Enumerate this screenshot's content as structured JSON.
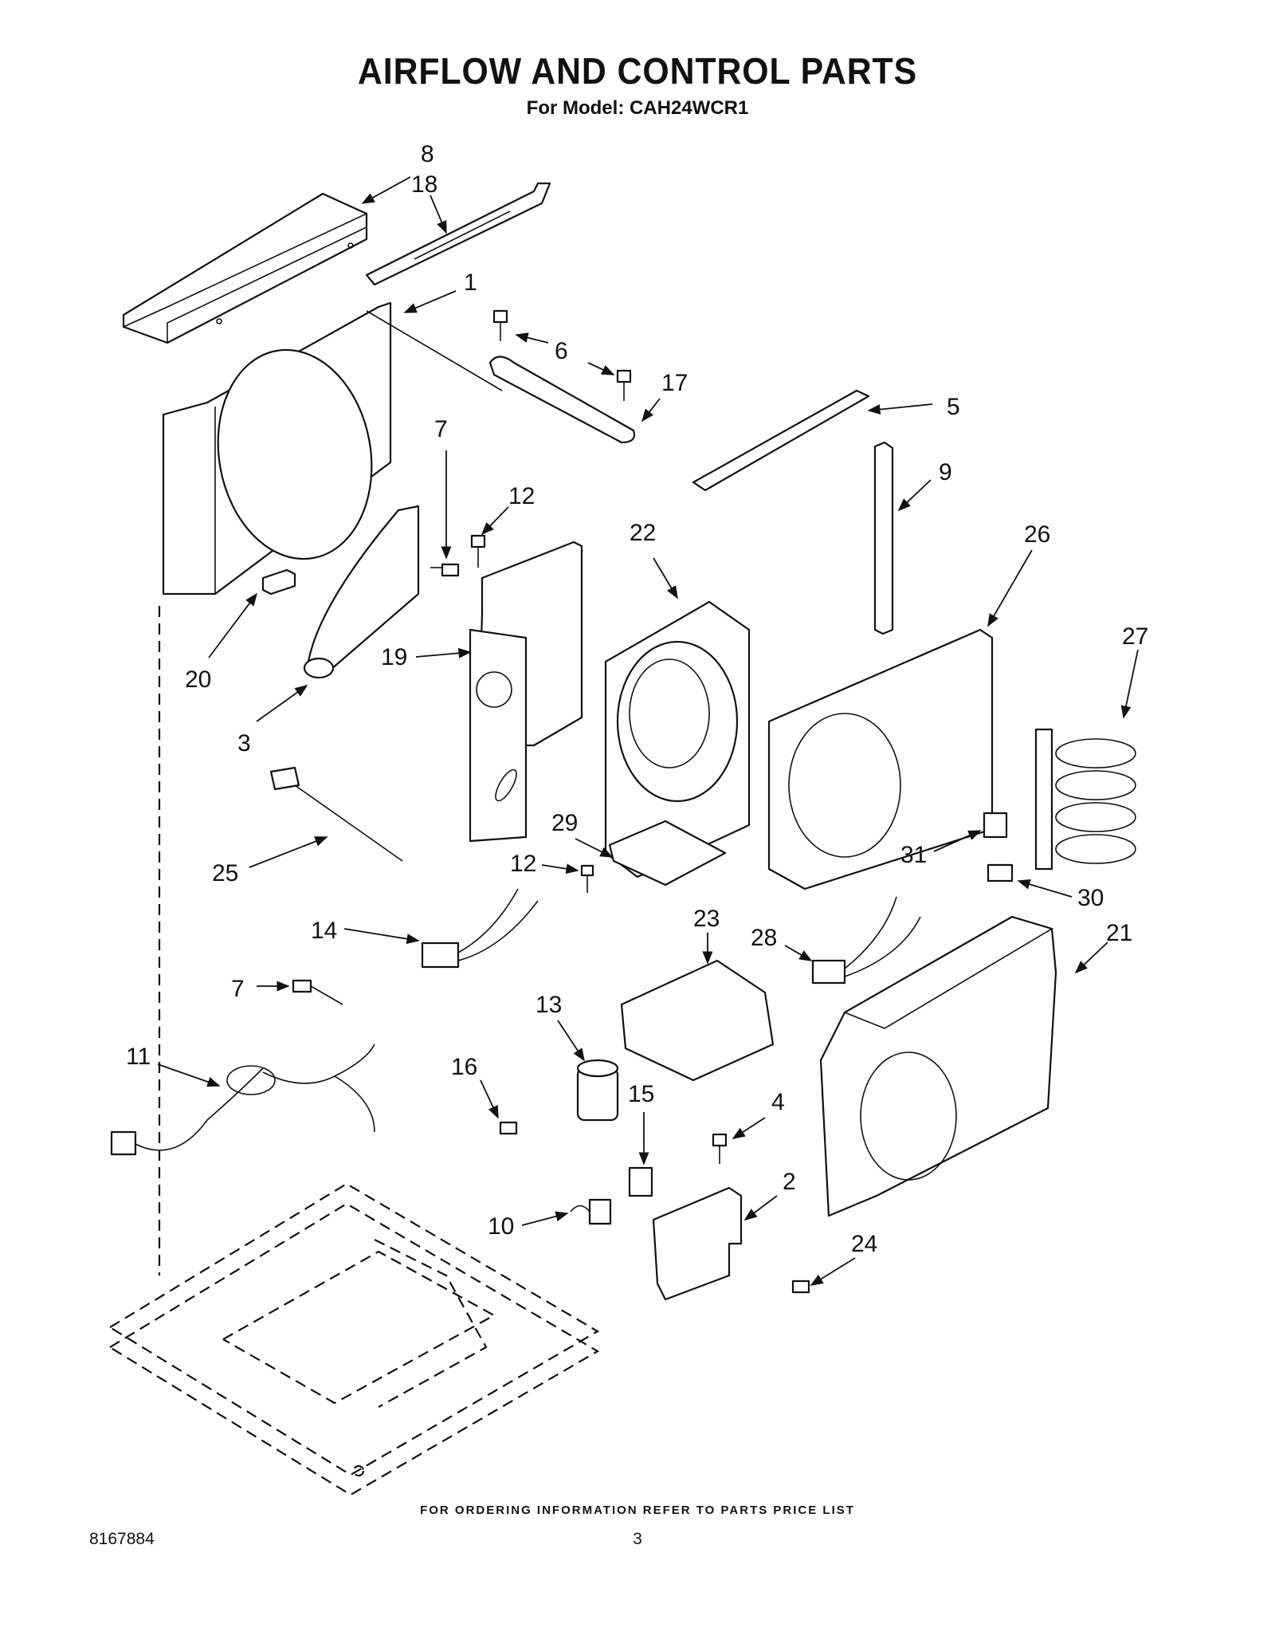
{
  "page": {
    "title": "AIRFLOW AND CONTROL PARTS",
    "subtitle": "For Model: CAH24WCR1",
    "footer_note": "FOR ORDERING INFORMATION REFER TO PARTS PRICE LIST",
    "doc_number": "8167884",
    "page_number": "3"
  },
  "callouts": {
    "c8": "8",
    "c18": "18",
    "c1": "1",
    "c6": "6",
    "c17": "17",
    "c5": "5",
    "c9": "9",
    "c7a": "7",
    "c12a": "12",
    "c22": "22",
    "c26": "26",
    "c27": "27",
    "c19": "19",
    "c20": "20",
    "c3": "3",
    "c31": "31",
    "c29": "29",
    "c25": "25",
    "c12b": "12",
    "c30": "30",
    "c14": "14",
    "c23": "23",
    "c28": "28",
    "c21": "21",
    "c7b": "7",
    "c13": "13",
    "c11": "11",
    "c16": "16",
    "c15": "15",
    "c4": "4",
    "c2": "2",
    "c10": "10",
    "c24": "24"
  }
}
